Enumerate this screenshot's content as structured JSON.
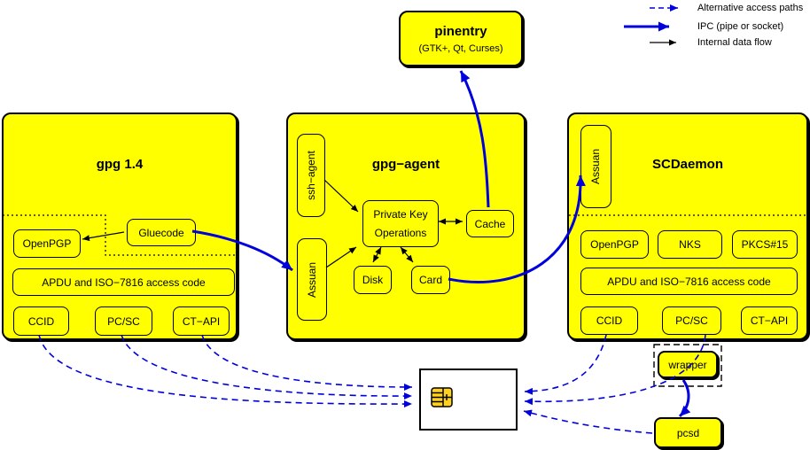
{
  "legend": {
    "alt": "Alternative access paths",
    "ipc": "IPC (pipe or socket)",
    "internal": "Internal data flow"
  },
  "pinentry": {
    "title": "pinentry",
    "subtitle": "(GTK+, Qt, Curses)"
  },
  "gpg14": {
    "title": "gpg 1.4",
    "gluecode": "Gluecode",
    "openpgp": "OpenPGP",
    "apdu": "APDU and ISO−7816 access code",
    "ccid": "CCID",
    "pcsc": "PC/SC",
    "ctapi": "CT−API"
  },
  "gpgagent": {
    "title": "gpg−agent",
    "sshagent": "ssh−agent",
    "assuan": "Assuan",
    "pko1": "Private Key",
    "pko2": "Operations",
    "cache": "Cache",
    "disk": "Disk",
    "card": "Card"
  },
  "scdaemon": {
    "title": "SCDaemon",
    "assuan": "Assuan",
    "openpgp": "OpenPGP",
    "nks": "NKS",
    "pkcs15": "PKCS#15",
    "apdu": "APDU and ISO−7816 access code",
    "ccid": "CCID",
    "pcsc": "PC/SC",
    "ctapi": "CT−API"
  },
  "external": {
    "wrapper": "wrapper",
    "pcsd": "pcsd"
  },
  "colors": {
    "node_fill": "#ffff00",
    "line_blue": "#0000dd",
    "line_black": "#000000",
    "chip": "#ffd21e"
  }
}
